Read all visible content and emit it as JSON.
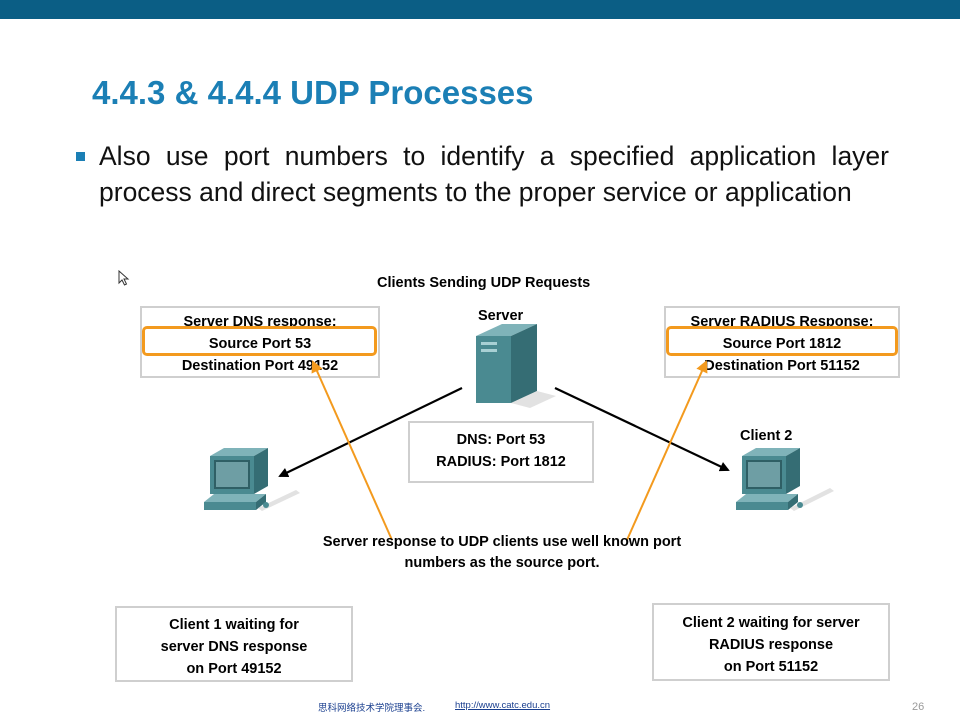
{
  "slide": {
    "title": "4.4.3 & 4.4.4 UDP Processes",
    "bullet": "Also use port numbers to identify a specified application layer process and direct segments to the proper service or application",
    "page_number": "26"
  },
  "diagram": {
    "title": "Clients Sending UDP  Requests",
    "server_label": "Server",
    "client2_label": "Client 2",
    "dns_box": {
      "line1": "Server DNS response:",
      "line2": "Source Port 53",
      "line3": "Destination Port 49152"
    },
    "radius_box": {
      "line1": "Server RADIUS Response:",
      "line2": "Source Port 1812",
      "line3": "Destination Port 51152"
    },
    "port_box": {
      "line1": "DNS: Port 53",
      "line2": "RADIUS: Port 1812"
    },
    "note_line1": "Server response to UDP clients use well known port",
    "note_line2": "numbers as the source port.",
    "client1_wait": {
      "line1": "Client 1 waiting for",
      "line2": "server DNS response",
      "line3": "on Port 49152"
    },
    "client2_wait": {
      "line1": "Client 2 waiting for server",
      "line2": "RADIUS response",
      "line3": "on Port 51152"
    }
  },
  "footer": {
    "org": "思科网络技术学院理事会.",
    "link": "http://www.catc.edu.cn"
  },
  "colors": {
    "title": "#1b7fb5",
    "top_bar": "#0b5e85",
    "highlight": "#f39a1e",
    "arrow_orange": "#f39a1e",
    "arrow_black": "#000000",
    "device_teal": "#4a8a91"
  },
  "icons": {
    "server": "server-icon",
    "client1": "computer-icon",
    "client2": "computer-icon",
    "cursor": "mouse-cursor-icon"
  }
}
